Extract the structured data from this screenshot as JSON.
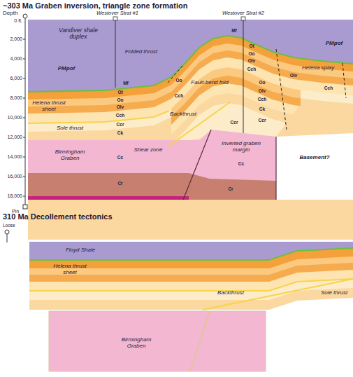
{
  "diagram": {
    "title": "~303 Ma Graben inversion, triangle zone formation",
    "labels": [
      "310 Ma Decollement tectonics",
      "Depth",
      "0 ft.",
      "2,000",
      "4,000",
      "6,000",
      "8,000",
      "10,000",
      "12,000",
      "14,000",
      "16,000",
      "18,000",
      "Pin",
      "Westover Strat #1",
      "Westover Strat #2",
      "Vandiver shale duplex",
      "PMpof",
      "PMpof",
      "Folded thrust",
      "Fault-bend fold",
      "Helena splay",
      "Backthrust",
      "Shear zone",
      "Inverted graben margin",
      "Basement?",
      "Helena thrust sheet",
      "Sole thrust",
      "Birmingham Graben",
      "Mf",
      "Ot",
      "Oo",
      "Olv",
      "Cch",
      "Ccr",
      "Ck",
      "Cc",
      "Cr",
      "Mf",
      "Ot",
      "Oo",
      "Olv",
      "Cch",
      "Oo",
      "Olv",
      "Cch",
      "Ck",
      "Ccr",
      "Oo",
      "Cch",
      "Olv",
      "Cch",
      "Cc",
      "Cr",
      "Ccr",
      "Loose",
      "Floyd Shale",
      "Helena thrust sheet",
      "Backthrust",
      "Sole thrust",
      "Birmingham Graben"
    ]
  }
}
